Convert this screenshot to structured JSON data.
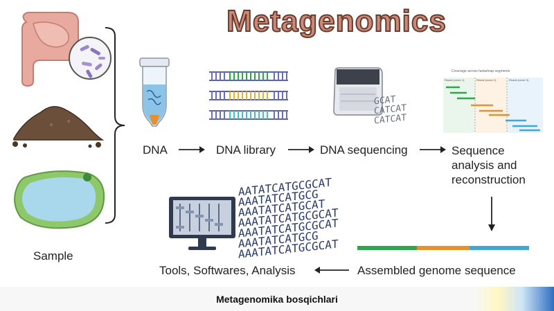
{
  "header": {
    "title": "Metagenomics"
  },
  "steps": {
    "sample": "Sample",
    "dna": "DNA",
    "dna_library": "DNA library",
    "dna_sequencing": "DNA sequencing",
    "sequence_analysis_line1": "Sequence",
    "sequence_analysis_line2": "analysis and",
    "sequence_analysis_line3": "reconstruction",
    "assembled": "Assembled genome sequence",
    "tools": "Tools, Softwares, Analysis"
  },
  "letters": {
    "line1": "AATATCATGCGCAT",
    "line2": "AAATATCATGCG",
    "line3": "AAATATCATGCAT",
    "line4": "AAATATCATGCGCAT",
    "line5": "AAATATCATGCGCAT",
    "line6": "AAATATCATGCG",
    "line7": "AAATATCATGCGCAT"
  },
  "seq_letters": {
    "l1": "GCAT",
    "l2": "CATCAT",
    "l3": "CATCAT"
  },
  "analysis_panel": {
    "header": "Coverage across fasta/map segments",
    "col1": "Reads (cover 1)",
    "col2": "Reads (cover 2)",
    "col3": "Reads (cover 3)"
  },
  "caption": "Metagenomika bosqichlari",
  "colors": {
    "green": "#2aa84a",
    "orange": "#e8912a",
    "blue": "#3fa7dc",
    "title_fill": "#c98a7a",
    "title_stroke": "#6a3a2c"
  }
}
